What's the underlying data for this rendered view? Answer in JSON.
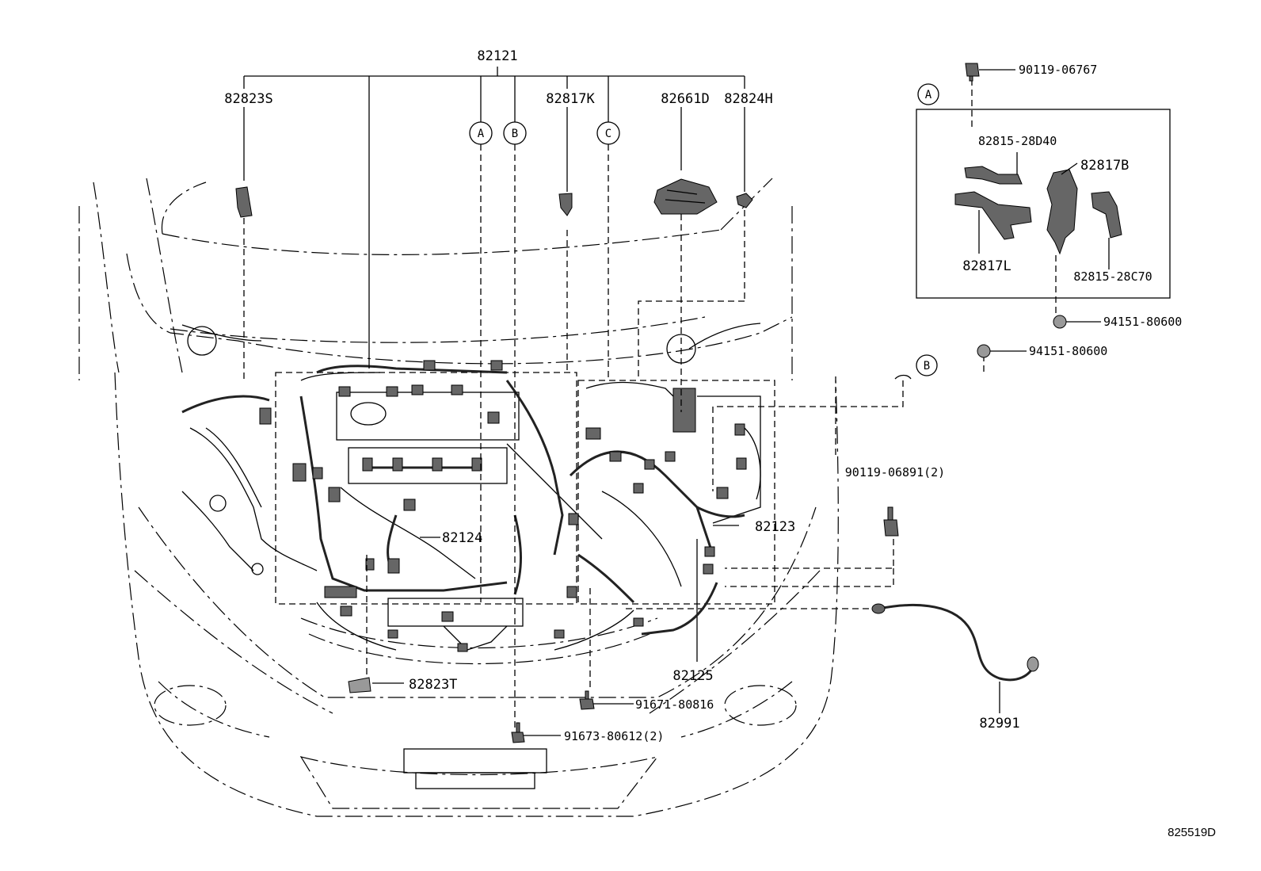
{
  "diagram": {
    "reference_code": "825519D",
    "part_numbers": {
      "main_harness": "82121",
      "p82823S": "82823S",
      "p82817K": "82817K",
      "p82661D": "82661D",
      "p82824H": "82824H",
      "p82124": "82124",
      "p82123": "82123",
      "p82823T": "82823T",
      "p82125": "82125",
      "p82991": "82991",
      "bolt_91671": "91671-80816",
      "bolt_91673": "91673-80612(2)",
      "bolt_90119_06891": "90119-06891(2)",
      "bolt_90119_06767": "90119-06767",
      "clamp_82815_28D40": "82815-28D40",
      "p82817B": "82817B",
      "p82817L": "82817L",
      "clamp_82815_28C70": "82815-28C70",
      "nut_94151_a": "94151-80600",
      "nut_94151_b": "94151-80600"
    },
    "callouts": {
      "a": "A",
      "b": "B",
      "c": "C"
    },
    "colors": {
      "line": "#000000",
      "part_fill": "#666666",
      "background": "#ffffff"
    }
  }
}
